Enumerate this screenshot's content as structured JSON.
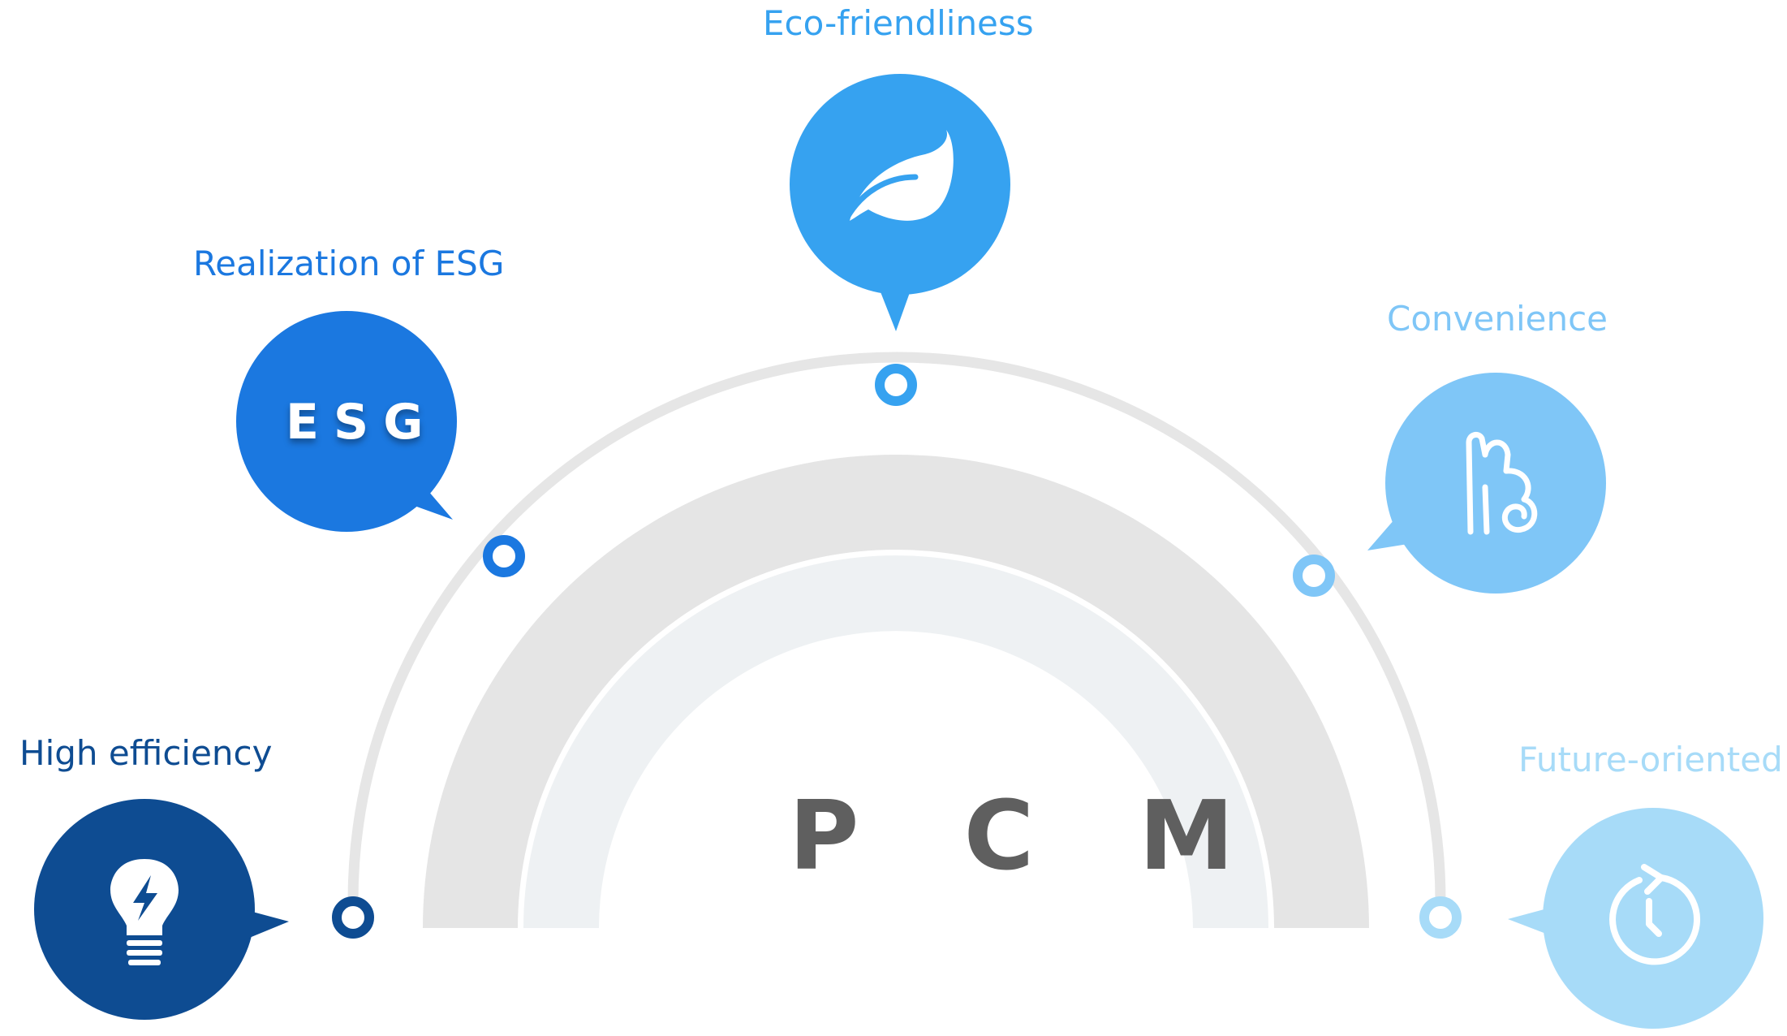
{
  "center": {
    "label": "P C M"
  },
  "colors": {
    "high_efficiency": "#0e4c92",
    "esg": "#1b78e0",
    "eco": "#36a2f0",
    "convenience": "#7fc6f7",
    "future": "#a7dbf8",
    "track": "#e6e6e6",
    "band_outer": "#e5e5e5",
    "band_inner": "#eef1f3",
    "center_text": "#5f5f5f"
  },
  "nodes": [
    {
      "id": "high_efficiency",
      "label": "High efficiency",
      "icon": "lightbulb-icon"
    },
    {
      "id": "esg",
      "label": "Realization of ESG",
      "icon": "esg-text-icon",
      "icon_text": "ESG"
    },
    {
      "id": "eco",
      "label": "Eco-friendliness",
      "icon": "leaf-icon"
    },
    {
      "id": "convenience",
      "label": "Convenience",
      "icon": "hand-ok-icon"
    },
    {
      "id": "future",
      "label": "Future-oriented",
      "icon": "clock-refresh-icon"
    }
  ]
}
